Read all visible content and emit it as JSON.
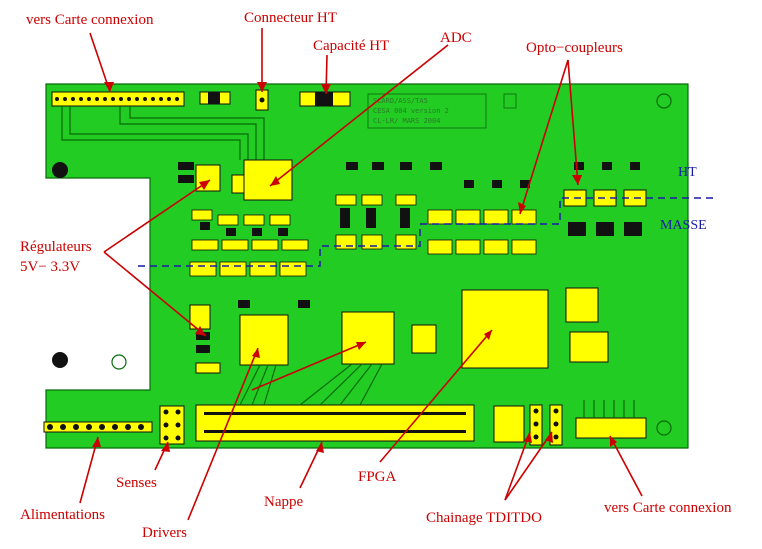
{
  "labels": {
    "vers_carte_top": "vers Carte connexion",
    "connecteur_ht": "Connecteur HT",
    "capacite_ht": "Capacité HT",
    "adc": "ADC",
    "opto": "Opto−coupleurs",
    "regulateurs_1": "Régulateurs",
    "regulateurs_2": "5V− 3.3V",
    "senses": "Senses",
    "alimentations": "Alimentations",
    "drivers": "Drivers",
    "nappe": "Nappe",
    "fpga": "FPGA",
    "chainage": "Chainage TDITDO",
    "vers_carte_bottom": "vers Carte connexion"
  },
  "zones": {
    "ht": "HT",
    "masse": "MASSE"
  },
  "colors": {
    "board": "#22cc22",
    "pad": "#ffff00",
    "label": "#cc0000",
    "zone": "#1a1aa8"
  }
}
